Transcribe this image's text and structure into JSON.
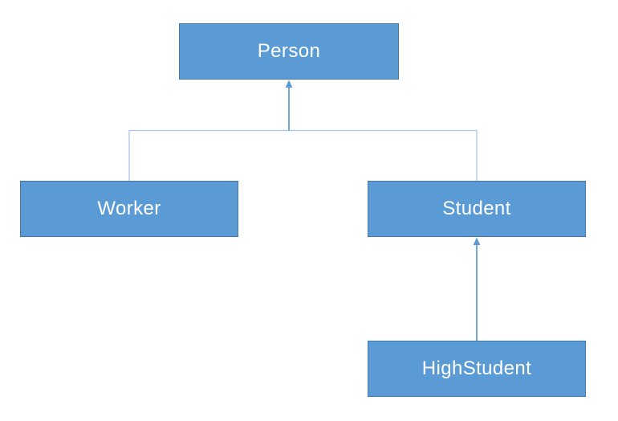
{
  "colors": {
    "background": "#ffffff",
    "node-fill": "#5b9bd5",
    "node-border": "#4678ae",
    "node-text": "#ffffff",
    "rail": "#a9c7e8",
    "arrow": "#5b9bd5"
  },
  "nodes": [
    {
      "id": "person",
      "label": "Person"
    },
    {
      "id": "worker",
      "label": "Worker"
    },
    {
      "id": "student",
      "label": "Student"
    },
    {
      "id": "highstudent",
      "label": "HighStudent"
    }
  ],
  "edges": [
    {
      "from": "Worker",
      "to": "Person",
      "style": "elbow",
      "arrowhead": "triangle-up"
    },
    {
      "from": "Student",
      "to": "Person",
      "style": "elbow",
      "arrowhead": "triangle-up"
    },
    {
      "from": "HighStudent",
      "to": "Student",
      "style": "straight",
      "arrowhead": "triangle-up"
    }
  ]
}
